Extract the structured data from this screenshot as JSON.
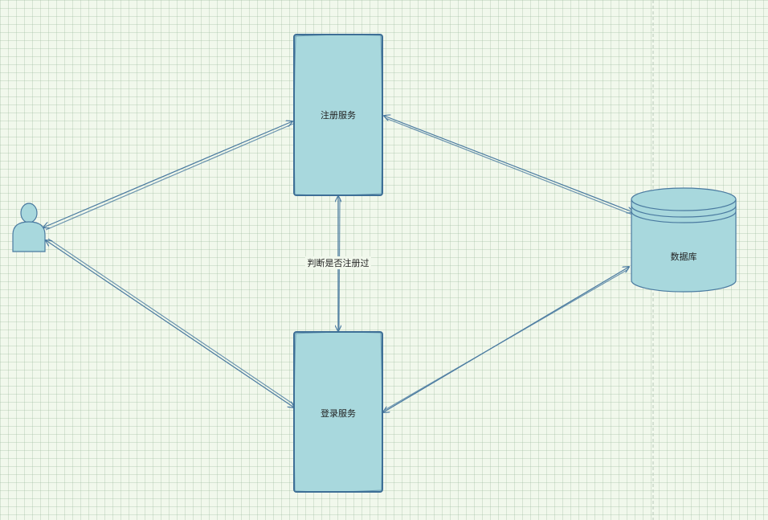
{
  "colors": {
    "background": "#f1f8ec",
    "node_fill": "#a8d8dd",
    "node_stroke": "#3e6f96",
    "edge": "#4a7aa0",
    "page_break": "#b8c8b8",
    "text": "#222222"
  },
  "nodes": {
    "user": {
      "shape": "actor",
      "label": ""
    },
    "register": {
      "shape": "rectangle",
      "label": "注册服务"
    },
    "login": {
      "shape": "rectangle",
      "label": "登录服务"
    },
    "database": {
      "shape": "cylinder",
      "label": "数据库"
    }
  },
  "edges": [
    {
      "from": "user",
      "to": "register",
      "direction": "both",
      "label": ""
    },
    {
      "from": "user",
      "to": "login",
      "direction": "both",
      "label": ""
    },
    {
      "from": "register",
      "to": "login",
      "direction": "both",
      "label": "判断是否注册过"
    },
    {
      "from": "register",
      "to": "database",
      "direction": "both",
      "label": ""
    },
    {
      "from": "login",
      "to": "database",
      "direction": "both",
      "label": ""
    }
  ]
}
